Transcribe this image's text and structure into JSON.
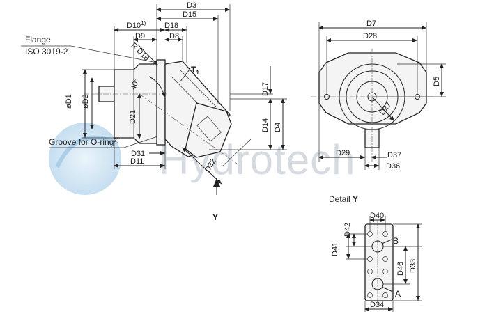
{
  "watermark": {
    "text": "Hydrotech"
  },
  "flange_note": {
    "line1": "Flange",
    "line2": "ISO 3019-2"
  },
  "groove_note": {
    "text": "Groove for O-ring",
    "sup": "2)"
  },
  "port_t1": {
    "text": "T",
    "sub": "1"
  },
  "view_y": {
    "text": "Y"
  },
  "angle": {
    "text": "40°"
  },
  "side_view": {
    "D3": "D3",
    "D15": "D15",
    "D10": "D10",
    "D10_sup": "1)",
    "D18": "D18",
    "D9": "D9",
    "D8": "D8",
    "RD16": "R D16",
    "D1": "øD1",
    "D2": "øD2",
    "D21": "D21",
    "D17": "D17",
    "D14": "D14",
    "D4": "D4",
    "D31": "D31",
    "D11": "D11",
    "D32": "D32"
  },
  "front_view": {
    "D7": "D7",
    "D28": "D28",
    "D5": "D5",
    "D27": "D27",
    "D29": "D29",
    "D37": "D37",
    "D36": "D36"
  },
  "detail": {
    "title": "Detail",
    "title_bold": "Y",
    "D40": "D40",
    "D42": "D42",
    "D41": "D41",
    "D46": "D46",
    "D33": "D33",
    "D34": "D34",
    "port_b": "B",
    "port_a": "A"
  }
}
